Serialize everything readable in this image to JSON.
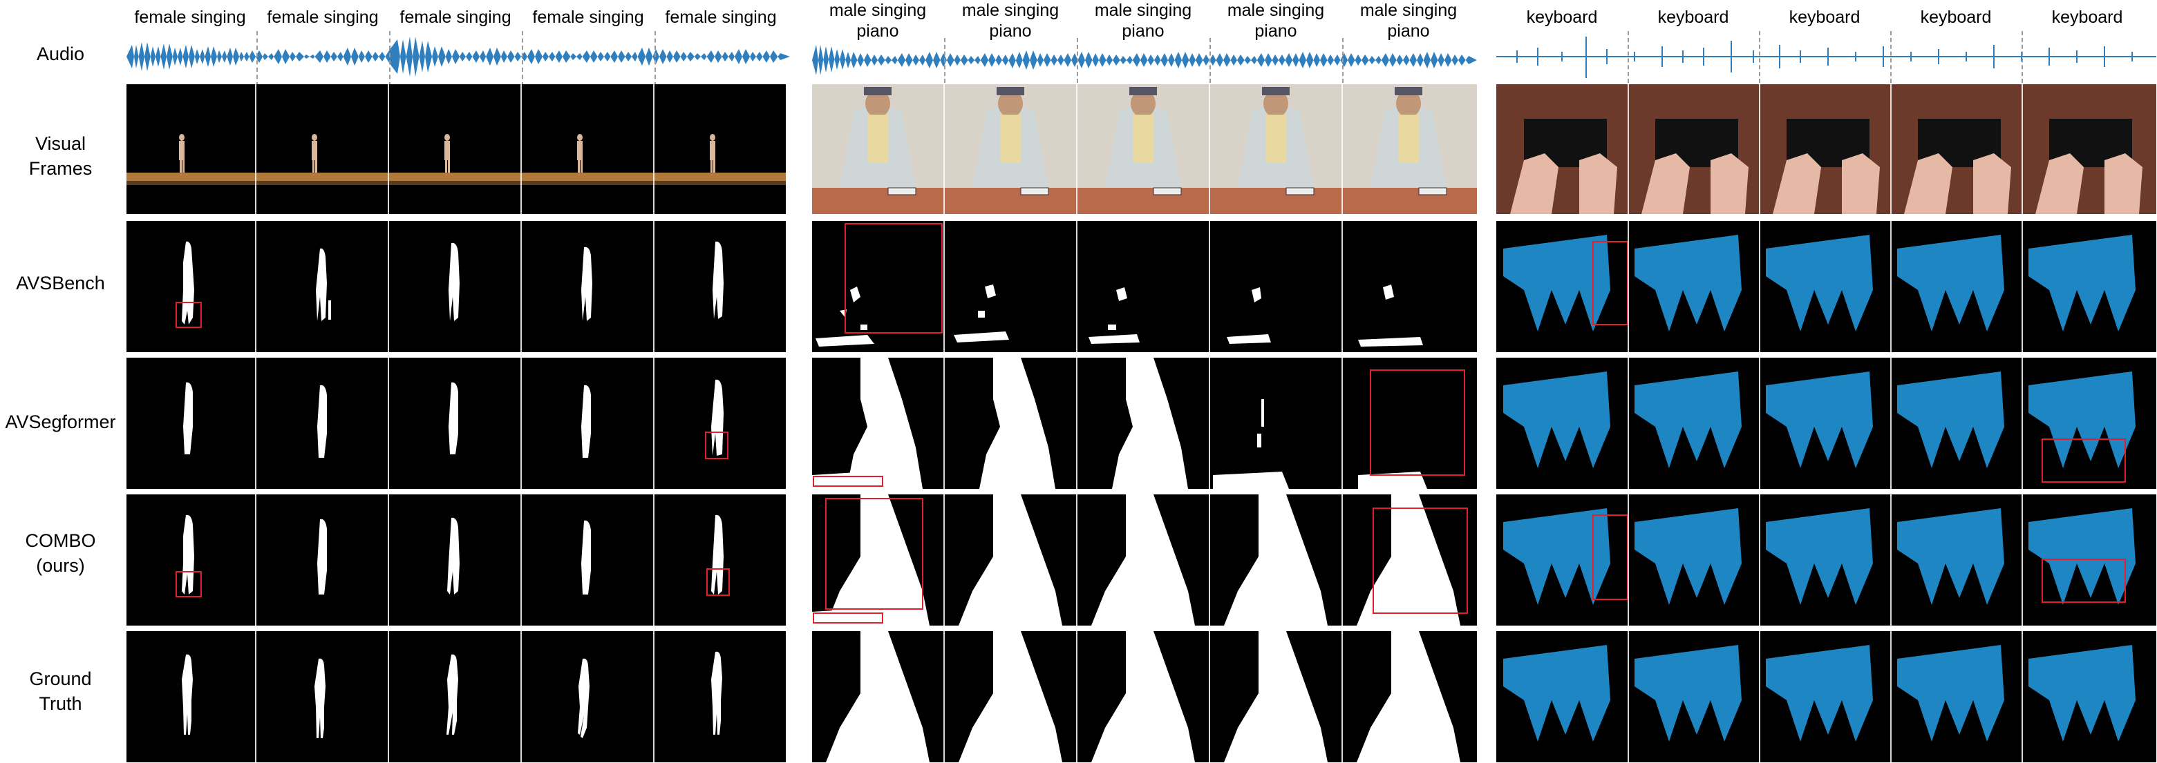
{
  "row_labels": {
    "audio": "Audio",
    "visual_line1": "Visual",
    "visual_line2": "Frames",
    "avsbench": "AVSBench",
    "avsegformer": "AVSegformer",
    "combo_line1": "COMBO",
    "combo_line2": "(ours)",
    "gt_line1": "Ground",
    "gt_line2": "Truth"
  },
  "panels": [
    {
      "id": "female",
      "captions": [
        "female singing",
        "female singing",
        "female singing",
        "female singing",
        "female singing"
      ],
      "mask_color": "#ffffff",
      "wave_color": "#2f7fbf"
    },
    {
      "id": "male",
      "captions_line1": [
        "male singing",
        "male singing",
        "male singing",
        "male singing",
        "male singing"
      ],
      "captions_line2": [
        "piano",
        "piano",
        "piano",
        "piano",
        "piano"
      ],
      "mask_color": "#ffffff",
      "wave_color": "#2f7fbf"
    },
    {
      "id": "keyboard",
      "captions": [
        "keyboard",
        "keyboard",
        "keyboard",
        "keyboard",
        "keyboard"
      ],
      "mask_color": "#1f86c4",
      "wave_color": "#2f7fbf"
    }
  ],
  "colors": {
    "highlight_box": "#e0202a",
    "background_cell": "#000000",
    "stage_floor": "#b07a3a",
    "keyboard_desk": "#6b3a2a",
    "wall": "#d8d2c8"
  }
}
